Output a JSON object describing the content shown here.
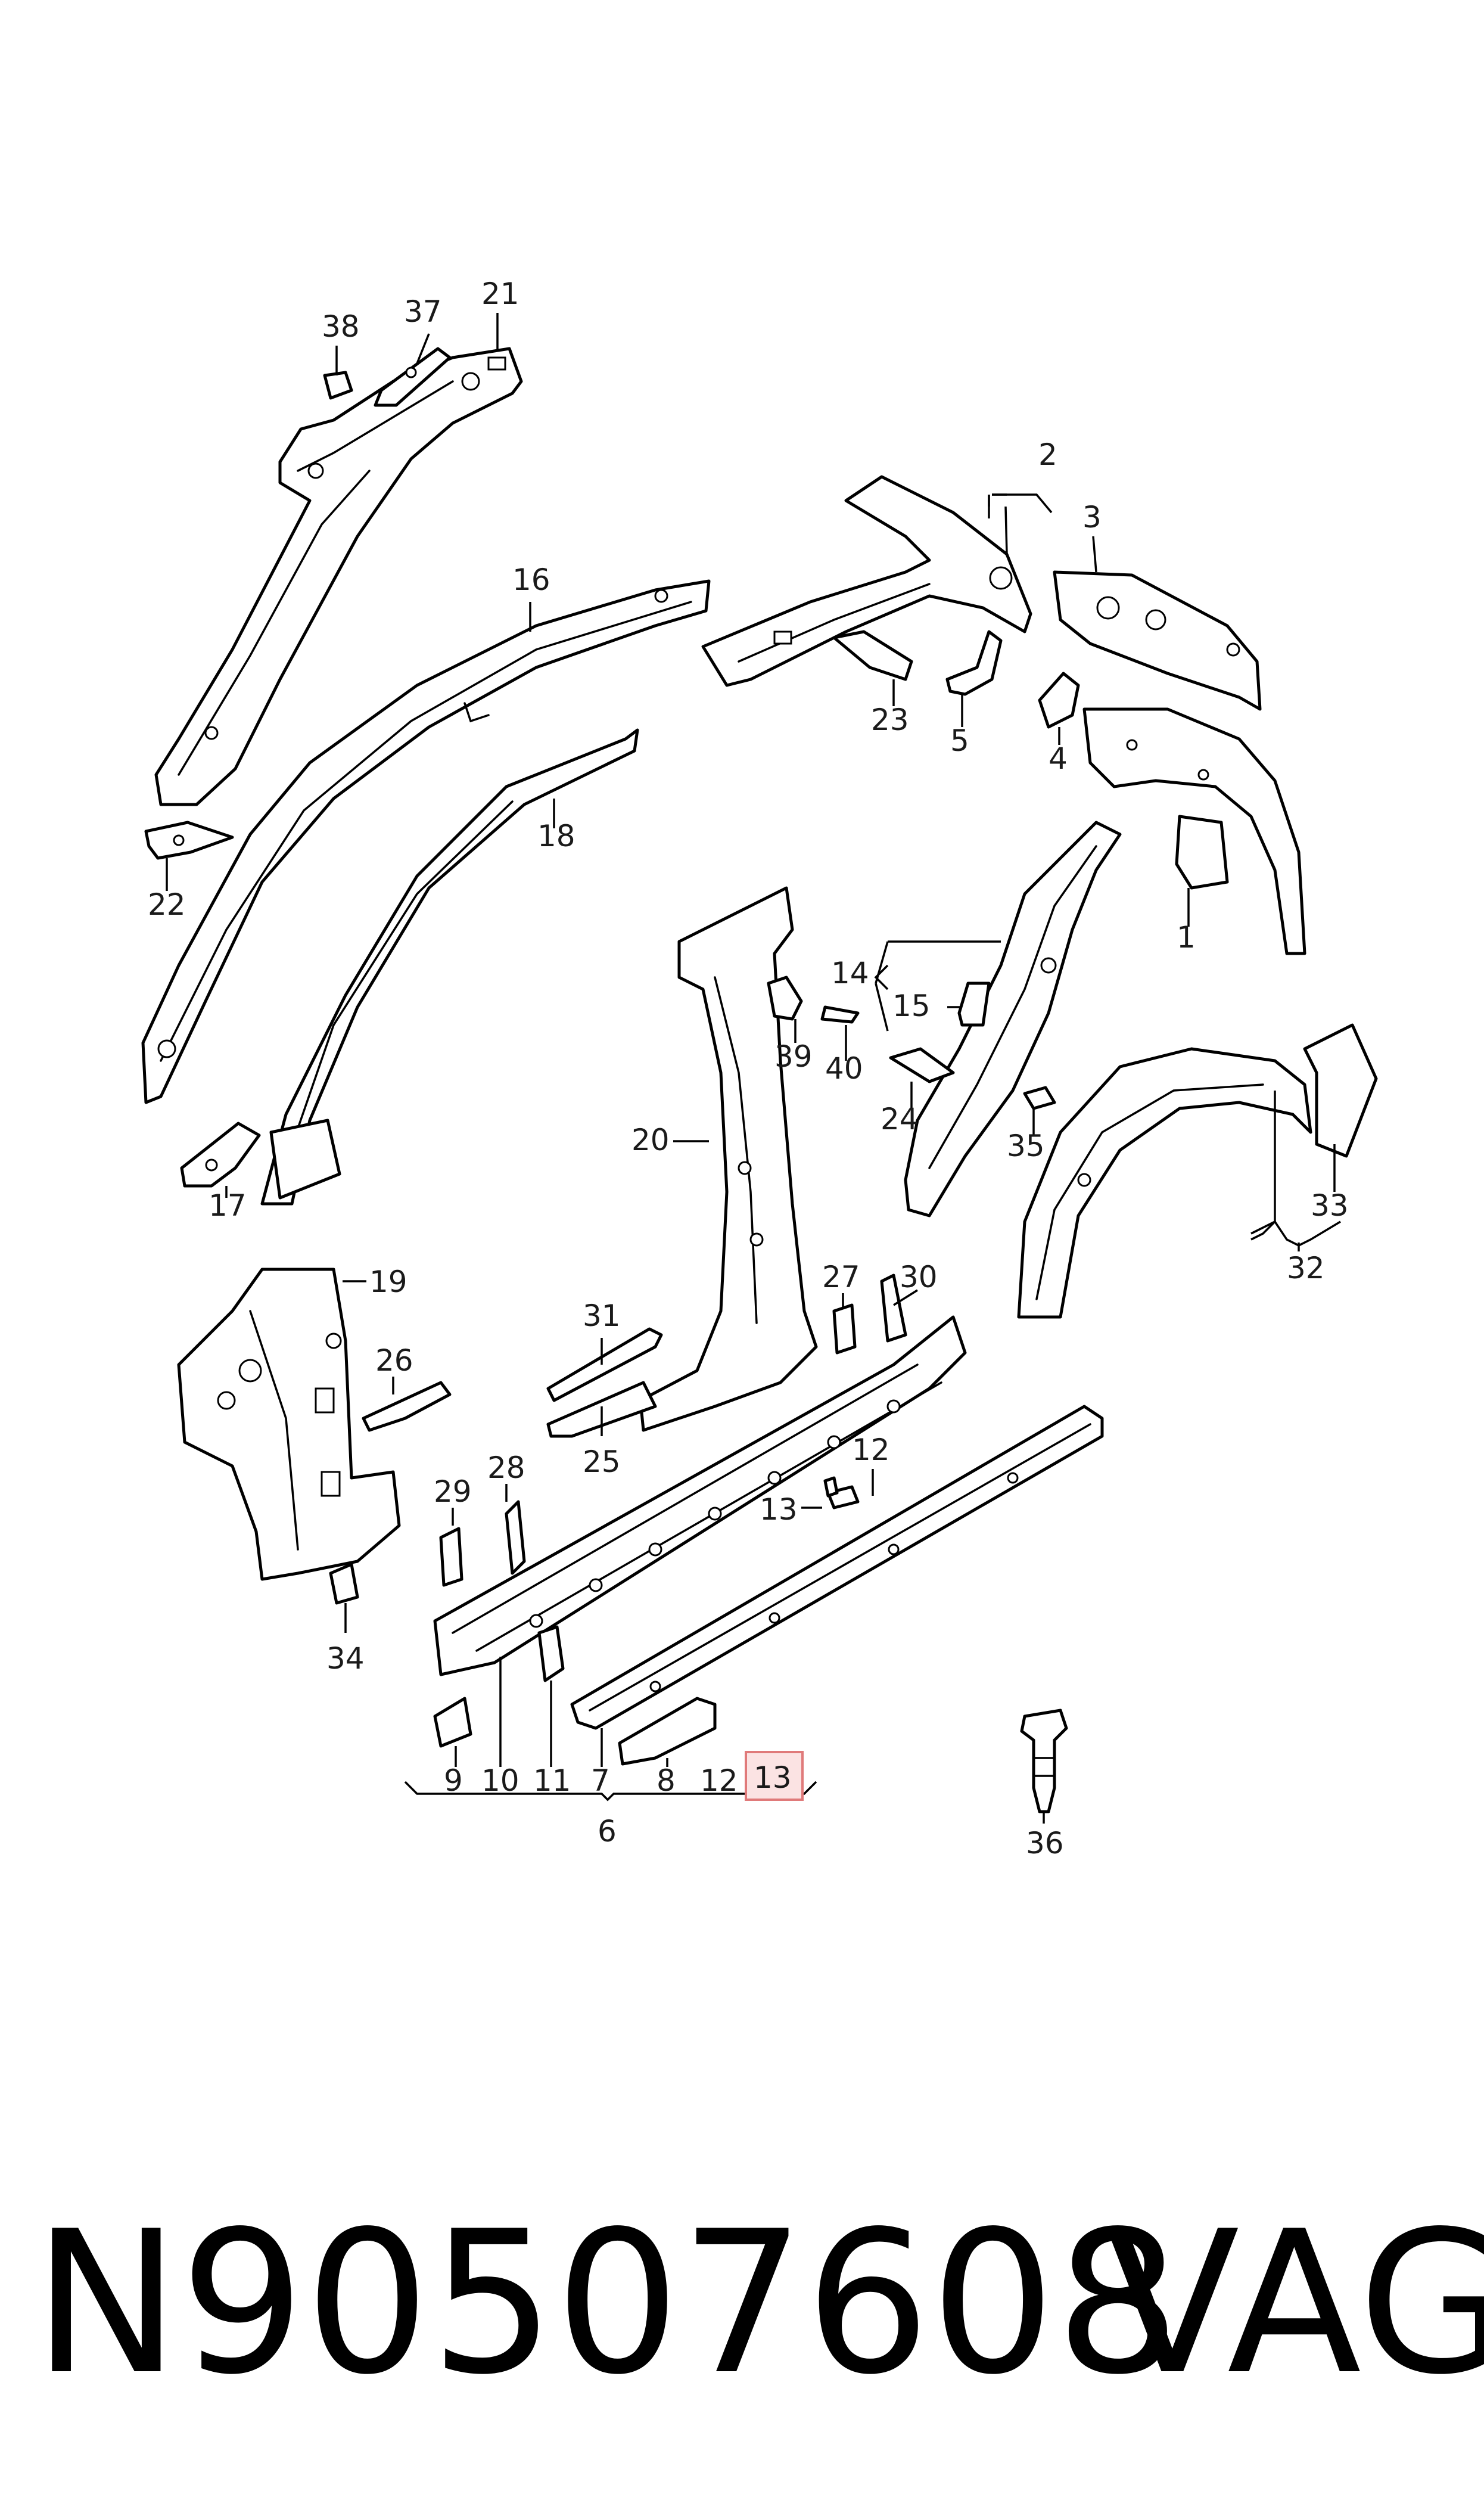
{
  "callouts": {
    "c1": "1",
    "c2": "2",
    "c3": "3",
    "c4": "4",
    "c5": "5",
    "c6": "6",
    "c7": "7",
    "c8": "8",
    "c9": "9",
    "c10": "10",
    "c11": "11",
    "c12a": "12",
    "c12b": "12",
    "c13a": "13",
    "c13b": "13",
    "c14": "14",
    "c15": "15",
    "c16": "16",
    "c17": "17",
    "c18": "18",
    "c19": "19",
    "c20": "20",
    "c21": "21",
    "c22": "22",
    "c23": "23",
    "c24": "24",
    "c25": "25",
    "c26": "26",
    "c27": "27",
    "c28": "28",
    "c29": "29",
    "c30": "30",
    "c31": "31",
    "c32": "32",
    "c33": "33",
    "c34": "34",
    "c35": "35",
    "c36": "36",
    "c37": "37",
    "c38": "38",
    "c39": "39",
    "c40": "40"
  },
  "highlight": {
    "label": "13",
    "color": "#e07a7a"
  },
  "footer": {
    "part_number": "N90507608",
    "brand": "VAG"
  }
}
